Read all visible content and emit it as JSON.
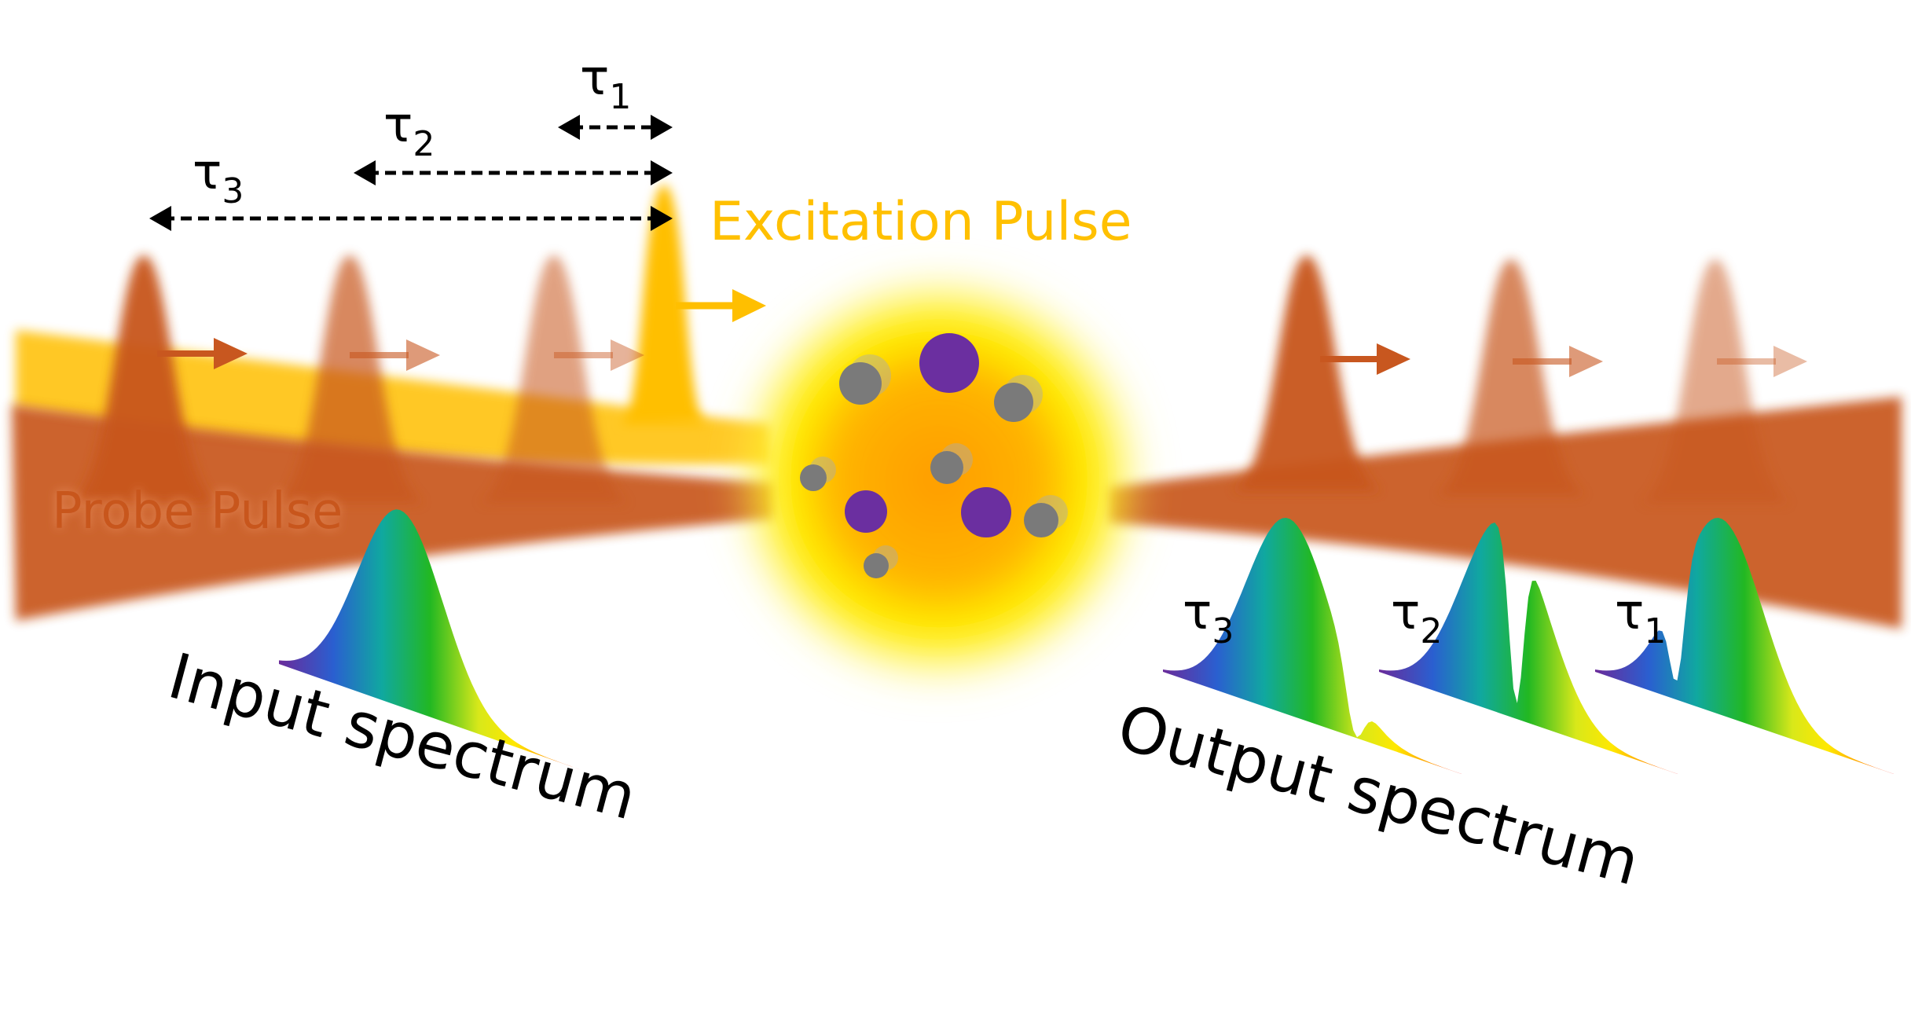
{
  "labels": {
    "excitation_pulse": "Excitation Pulse",
    "probe_pulse": "Probe Pulse",
    "input_spectrum": "Input spectrum",
    "output_spectrum": "Output spectrum"
  },
  "delays": [
    {
      "symbol": "τ",
      "sub": "1"
    },
    {
      "symbol": "τ",
      "sub": "2"
    },
    {
      "symbol": "τ",
      "sub": "3"
    }
  ],
  "output_spectra": [
    {
      "symbol": "τ",
      "sub": "3"
    },
    {
      "symbol": "τ",
      "sub": "2"
    },
    {
      "symbol": "τ",
      "sub": "1"
    }
  ],
  "colors": {
    "probe": "#c8571f",
    "excitation": "#ffbf00",
    "sample_glow": "#ffe600",
    "atom_large": "#6b2fa0",
    "atom_small": "#7a7a7a",
    "arrow": "#000000"
  },
  "icons": {
    "large_atom": "purple-circle",
    "small_atom": "gray-circle"
  }
}
